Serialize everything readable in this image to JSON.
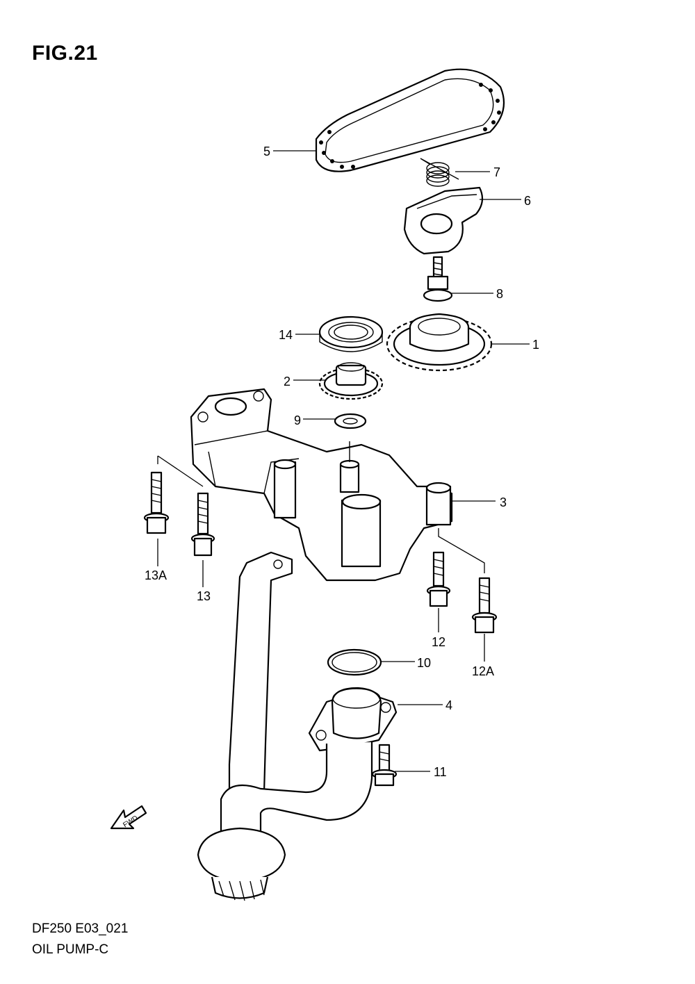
{
  "figure": {
    "title": "FIG.21"
  },
  "footer": {
    "code": "DF250 E03_021",
    "name": "OIL PUMP-C"
  },
  "fwd_arrow": {
    "label": "FWD"
  },
  "callouts": [
    {
      "id": "c1",
      "label": "1"
    },
    {
      "id": "c2",
      "label": "2"
    },
    {
      "id": "c3",
      "label": "3"
    },
    {
      "id": "c4",
      "label": "4"
    },
    {
      "id": "c5",
      "label": "5"
    },
    {
      "id": "c6",
      "label": "6"
    },
    {
      "id": "c7",
      "label": "7"
    },
    {
      "id": "c8",
      "label": "8"
    },
    {
      "id": "c9",
      "label": "9"
    },
    {
      "id": "c10",
      "label": "10"
    },
    {
      "id": "c11",
      "label": "11"
    },
    {
      "id": "c12",
      "label": "12"
    },
    {
      "id": "c12A",
      "label": "12A"
    },
    {
      "id": "c13",
      "label": "13"
    },
    {
      "id": "c13A",
      "label": "13A"
    },
    {
      "id": "c14",
      "label": "14"
    }
  ]
}
